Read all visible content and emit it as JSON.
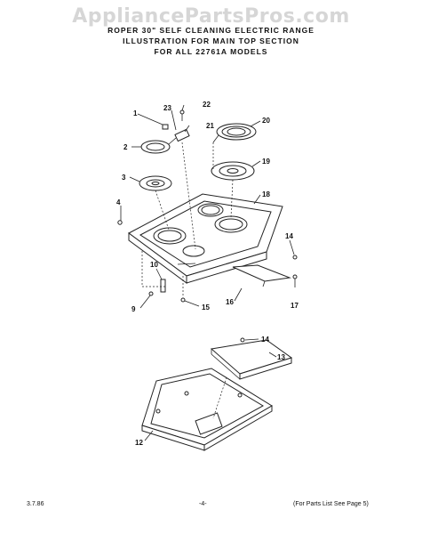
{
  "watermark": "AppliancePartsPros.com",
  "header": {
    "line1": "ROPER 30\" SELF CLEANING ELECTRIC RANGE",
    "line2": "ILLUSTRATION FOR MAIN TOP SECTION",
    "line3": "FOR ALL 22761A MODELS"
  },
  "footer": {
    "date": "3.7.86",
    "page": "-4-",
    "note": "(For Parts List See Page 5)"
  },
  "callouts": {
    "c1": "1",
    "c2": "2",
    "c3": "3",
    "c4": "4",
    "c9": "9",
    "c10": "10",
    "c12": "12",
    "c13": "13",
    "c14a": "14",
    "c14b": "14",
    "c15": "15",
    "c16": "16",
    "c17": "17",
    "c18": "18",
    "c19": "19",
    "c20": "20",
    "c21": "21",
    "c22": "22",
    "c23": "23"
  }
}
